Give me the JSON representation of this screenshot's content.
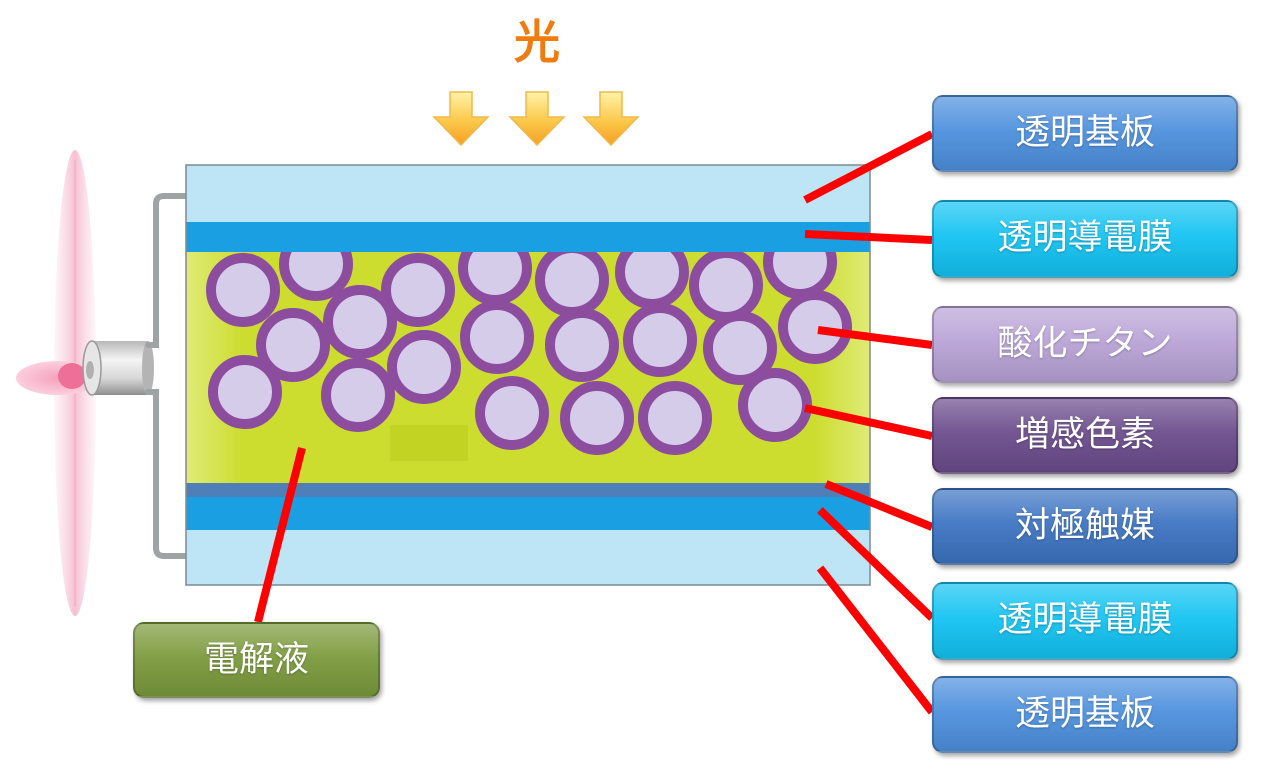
{
  "light": {
    "label": "光",
    "icon": "arrow-down-icon"
  },
  "callouts": [
    {
      "text": "透明基板",
      "color": "#4d90de"
    },
    {
      "text": "透明導電膜",
      "color": "#13c3f2"
    },
    {
      "text": "酸化チタン",
      "color": "#b9a3d6"
    },
    {
      "text": "増感色素",
      "color": "#6b4c8c"
    },
    {
      "text": "対極触媒",
      "color": "#3d74c2"
    },
    {
      "text": "透明導電膜",
      "color": "#13c3f2"
    },
    {
      "text": "透明基板",
      "color": "#4d90de"
    }
  ],
  "electrolyte_callout": {
    "text": "電解液",
    "color": "#7b9a3c"
  },
  "colors": {
    "substrate": "#bde5f6",
    "conductive_film": "#1a9fe2",
    "catalyst": "#4f7fb8",
    "particle_ring": "#8c4d9f",
    "particle_fill": "#d5cce9",
    "leader_line": "#ff0000",
    "wire": "#9ea4a4",
    "light_text": "#f07c10"
  },
  "icons": {
    "fan": "fan-icon",
    "motor": "motor-icon"
  }
}
